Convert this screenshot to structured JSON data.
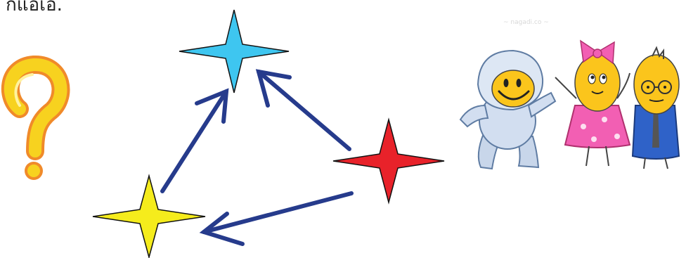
{
  "top_fragment": "กแอเอ.",
  "faint_caption": "~ nagadi.co ~",
  "colors": {
    "star_blue": "#3ec6f0",
    "star_red": "#e8222a",
    "star_yellow": "#f5ec1c",
    "arrow": "#263b8c",
    "question_mark": "#f7d21f",
    "question_mark_outline": "#f08a2a"
  },
  "icons": [
    "question-mark-icon",
    "blue-star-icon",
    "yellow-star-icon",
    "red-star-icon",
    "arrow-icon",
    "astronaut-character",
    "girl-character",
    "boy-character"
  ]
}
